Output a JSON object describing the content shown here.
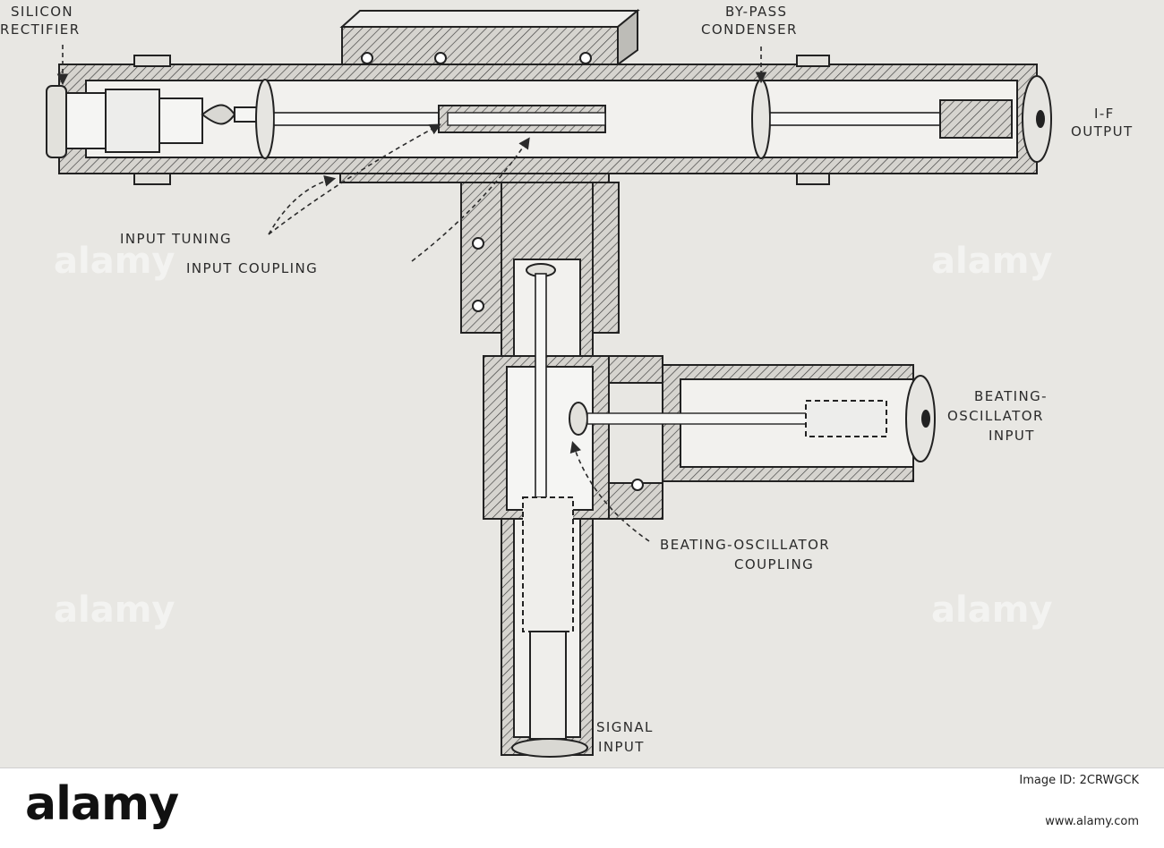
{
  "labels": {
    "silicon_rectifier": [
      "SILICON",
      "RECTIFIER"
    ],
    "bypass_condenser": [
      "BY-PASS",
      "CONDENSER"
    ],
    "if_output": [
      "I-F",
      "OUTPUT"
    ],
    "input_tuning": "INPUT TUNING",
    "input_coupling": "INPUT COUPLING",
    "beating_oscillator_input": [
      "BEATING-",
      "OSCILLATOR",
      "INPUT"
    ],
    "beating_oscillator_coupling": [
      "BEATING-OSCILLATOR",
      "COUPLING"
    ],
    "signal_input": [
      "SIGNAL",
      "INPUT"
    ]
  },
  "watermark": "alamy",
  "footer": {
    "logo": "alamy",
    "image_id": "Image ID: 2CRWGCK",
    "site": "www.alamy.com"
  },
  "colors": {
    "background": "#e8e7e3",
    "ink": "#2b2b2b",
    "hatch_fill": "#d6d4cf"
  }
}
